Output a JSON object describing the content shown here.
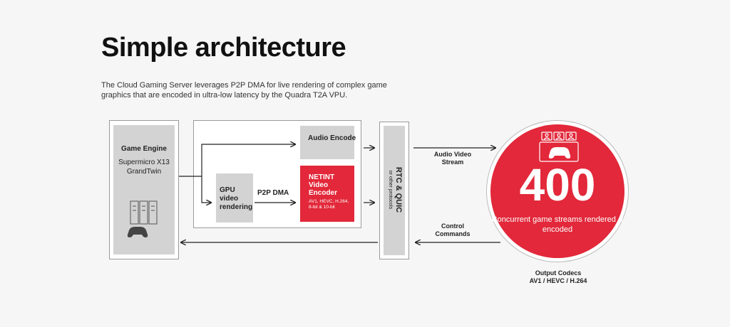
{
  "title": "Simple architecture",
  "subtitle": "The Cloud Gaming Server leverages P2P DMA for live rendering of complex game graphics that are encoded in ultra-low latency by the Quadra T2A VPU.",
  "game_engine": {
    "title": "Game Engine",
    "subtitle": "Supermicro X13 GrandTwin"
  },
  "audio_encode": "Audio Encode",
  "gpu": "GPU video rendering",
  "p2p": "P2P DMA",
  "netint": {
    "title": "NETINT Video Encoder",
    "codecs": "AV1, HEVC, H.264, 8-bit & 10-bit"
  },
  "rtc": {
    "title": "RTC & QUIC",
    "subtitle": "or other protocols"
  },
  "stream_label": "Audio Video Stream",
  "control_label": "Control Commands",
  "circle": {
    "number": "400",
    "caption": "Concurrent game streams rendered & encoded"
  },
  "output": {
    "label": "Output Codecs",
    "codecs": "AV1 / HEVC / H.264"
  },
  "colors": {
    "accent": "#e2283a",
    "gray": "#d3d3d3"
  }
}
